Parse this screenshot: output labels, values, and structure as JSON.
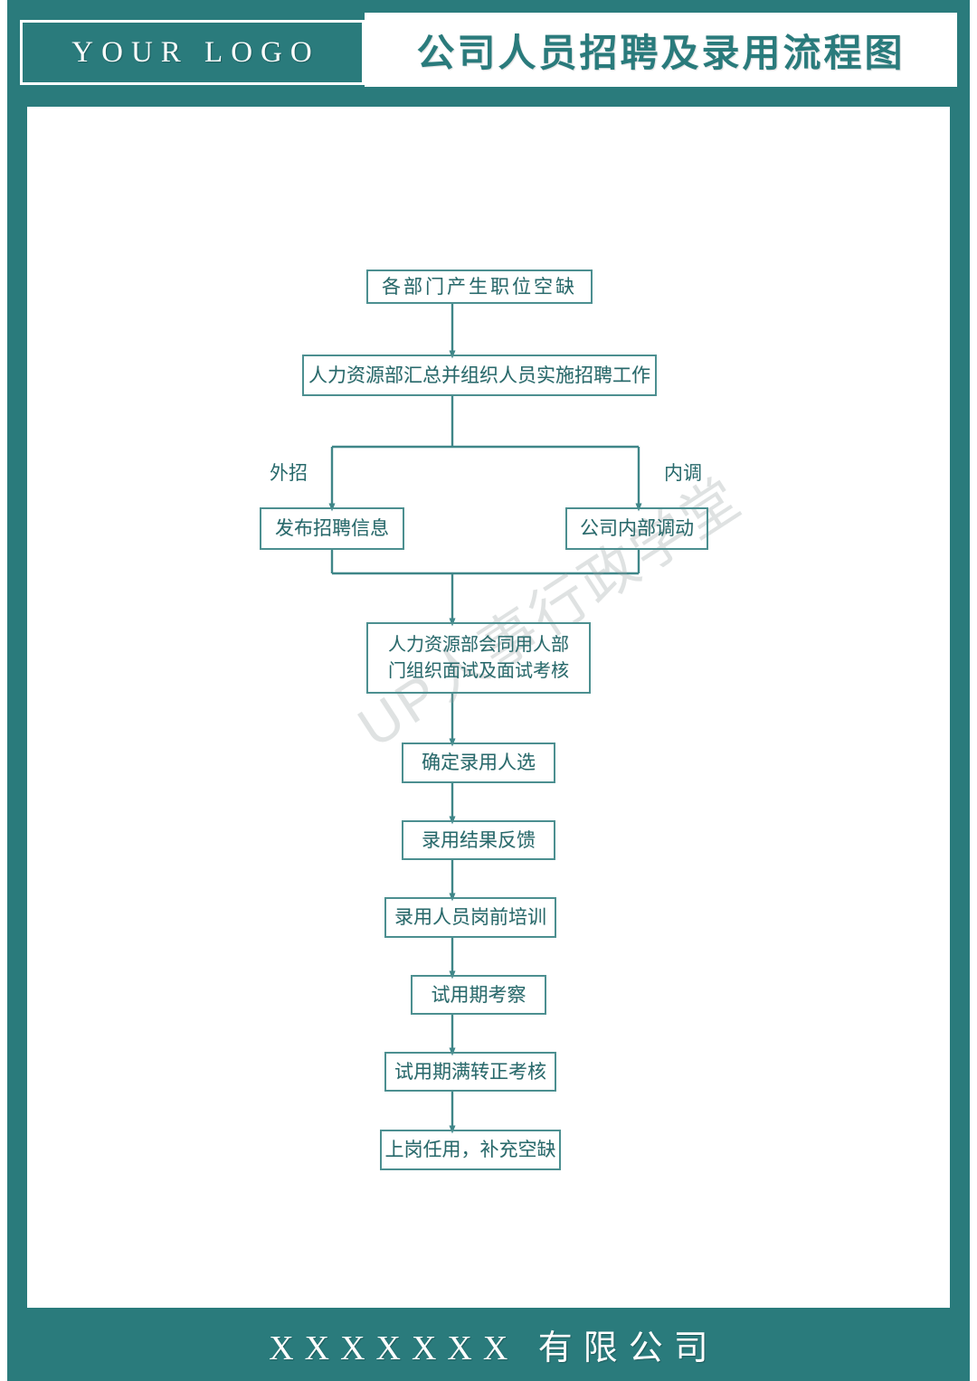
{
  "header": {
    "logo_label": "YOUR LOGO",
    "title": "公司人员招聘及录用流程图"
  },
  "footer": {
    "company": "XXXXXXX 有限公司"
  },
  "watermark": {
    "text": "UP人事行政学堂"
  },
  "colors": {
    "brand_teal": "#2a7b7c",
    "box_border": "#4c8f90",
    "box_text": "#27696b",
    "connector": "#3f8688",
    "page_background": "#ffffff"
  },
  "chart_data": {
    "type": "flowchart",
    "title": "公司人员招聘及录用流程图",
    "orientation": "top-to-bottom",
    "nodes": [
      {
        "id": "n1",
        "label": "各部门产生职位空缺",
        "shape": "rect"
      },
      {
        "id": "n2",
        "label": "人力资源部汇总并组织人员实施招聘工作",
        "shape": "rect"
      },
      {
        "id": "n3",
        "label": "发布招聘信息",
        "shape": "rect"
      },
      {
        "id": "n4",
        "label": "公司内部调动",
        "shape": "rect"
      },
      {
        "id": "n5a",
        "label": "人力资源部会同用人部",
        "shape": "rect"
      },
      {
        "id": "n5b",
        "label": "门组织面试及面试考核",
        "shape": "rect"
      },
      {
        "id": "n6",
        "label": "确定录用人选",
        "shape": "rect"
      },
      {
        "id": "n7",
        "label": "录用结果反馈",
        "shape": "rect"
      },
      {
        "id": "n8",
        "label": "录用人员岗前培训",
        "shape": "rect"
      },
      {
        "id": "n9",
        "label": "试用期考察",
        "shape": "rect"
      },
      {
        "id": "n10",
        "label": "试用期满转正考核",
        "shape": "rect"
      },
      {
        "id": "n11",
        "label": "上岗任用，补充空缺",
        "shape": "rect"
      }
    ],
    "edge_labels": [
      {
        "id": "e-left",
        "label": "外招"
      },
      {
        "id": "e-right",
        "label": "内调"
      }
    ],
    "edges": [
      {
        "from": "n1",
        "to": "n2",
        "label": ""
      },
      {
        "from": "n2",
        "to": "n3",
        "label": "外招"
      },
      {
        "from": "n2",
        "to": "n4",
        "label": "内调"
      },
      {
        "from": "n3",
        "to": "n5a",
        "label": ""
      },
      {
        "from": "n4",
        "to": "n5a",
        "label": ""
      },
      {
        "from": "n5a",
        "to": "n6",
        "label": ""
      },
      {
        "from": "n6",
        "to": "n7",
        "label": ""
      },
      {
        "from": "n7",
        "to": "n8",
        "label": ""
      },
      {
        "from": "n8",
        "to": "n9",
        "label": ""
      },
      {
        "from": "n9",
        "to": "n10",
        "label": ""
      },
      {
        "from": "n10",
        "to": "n11",
        "label": ""
      }
    ]
  }
}
